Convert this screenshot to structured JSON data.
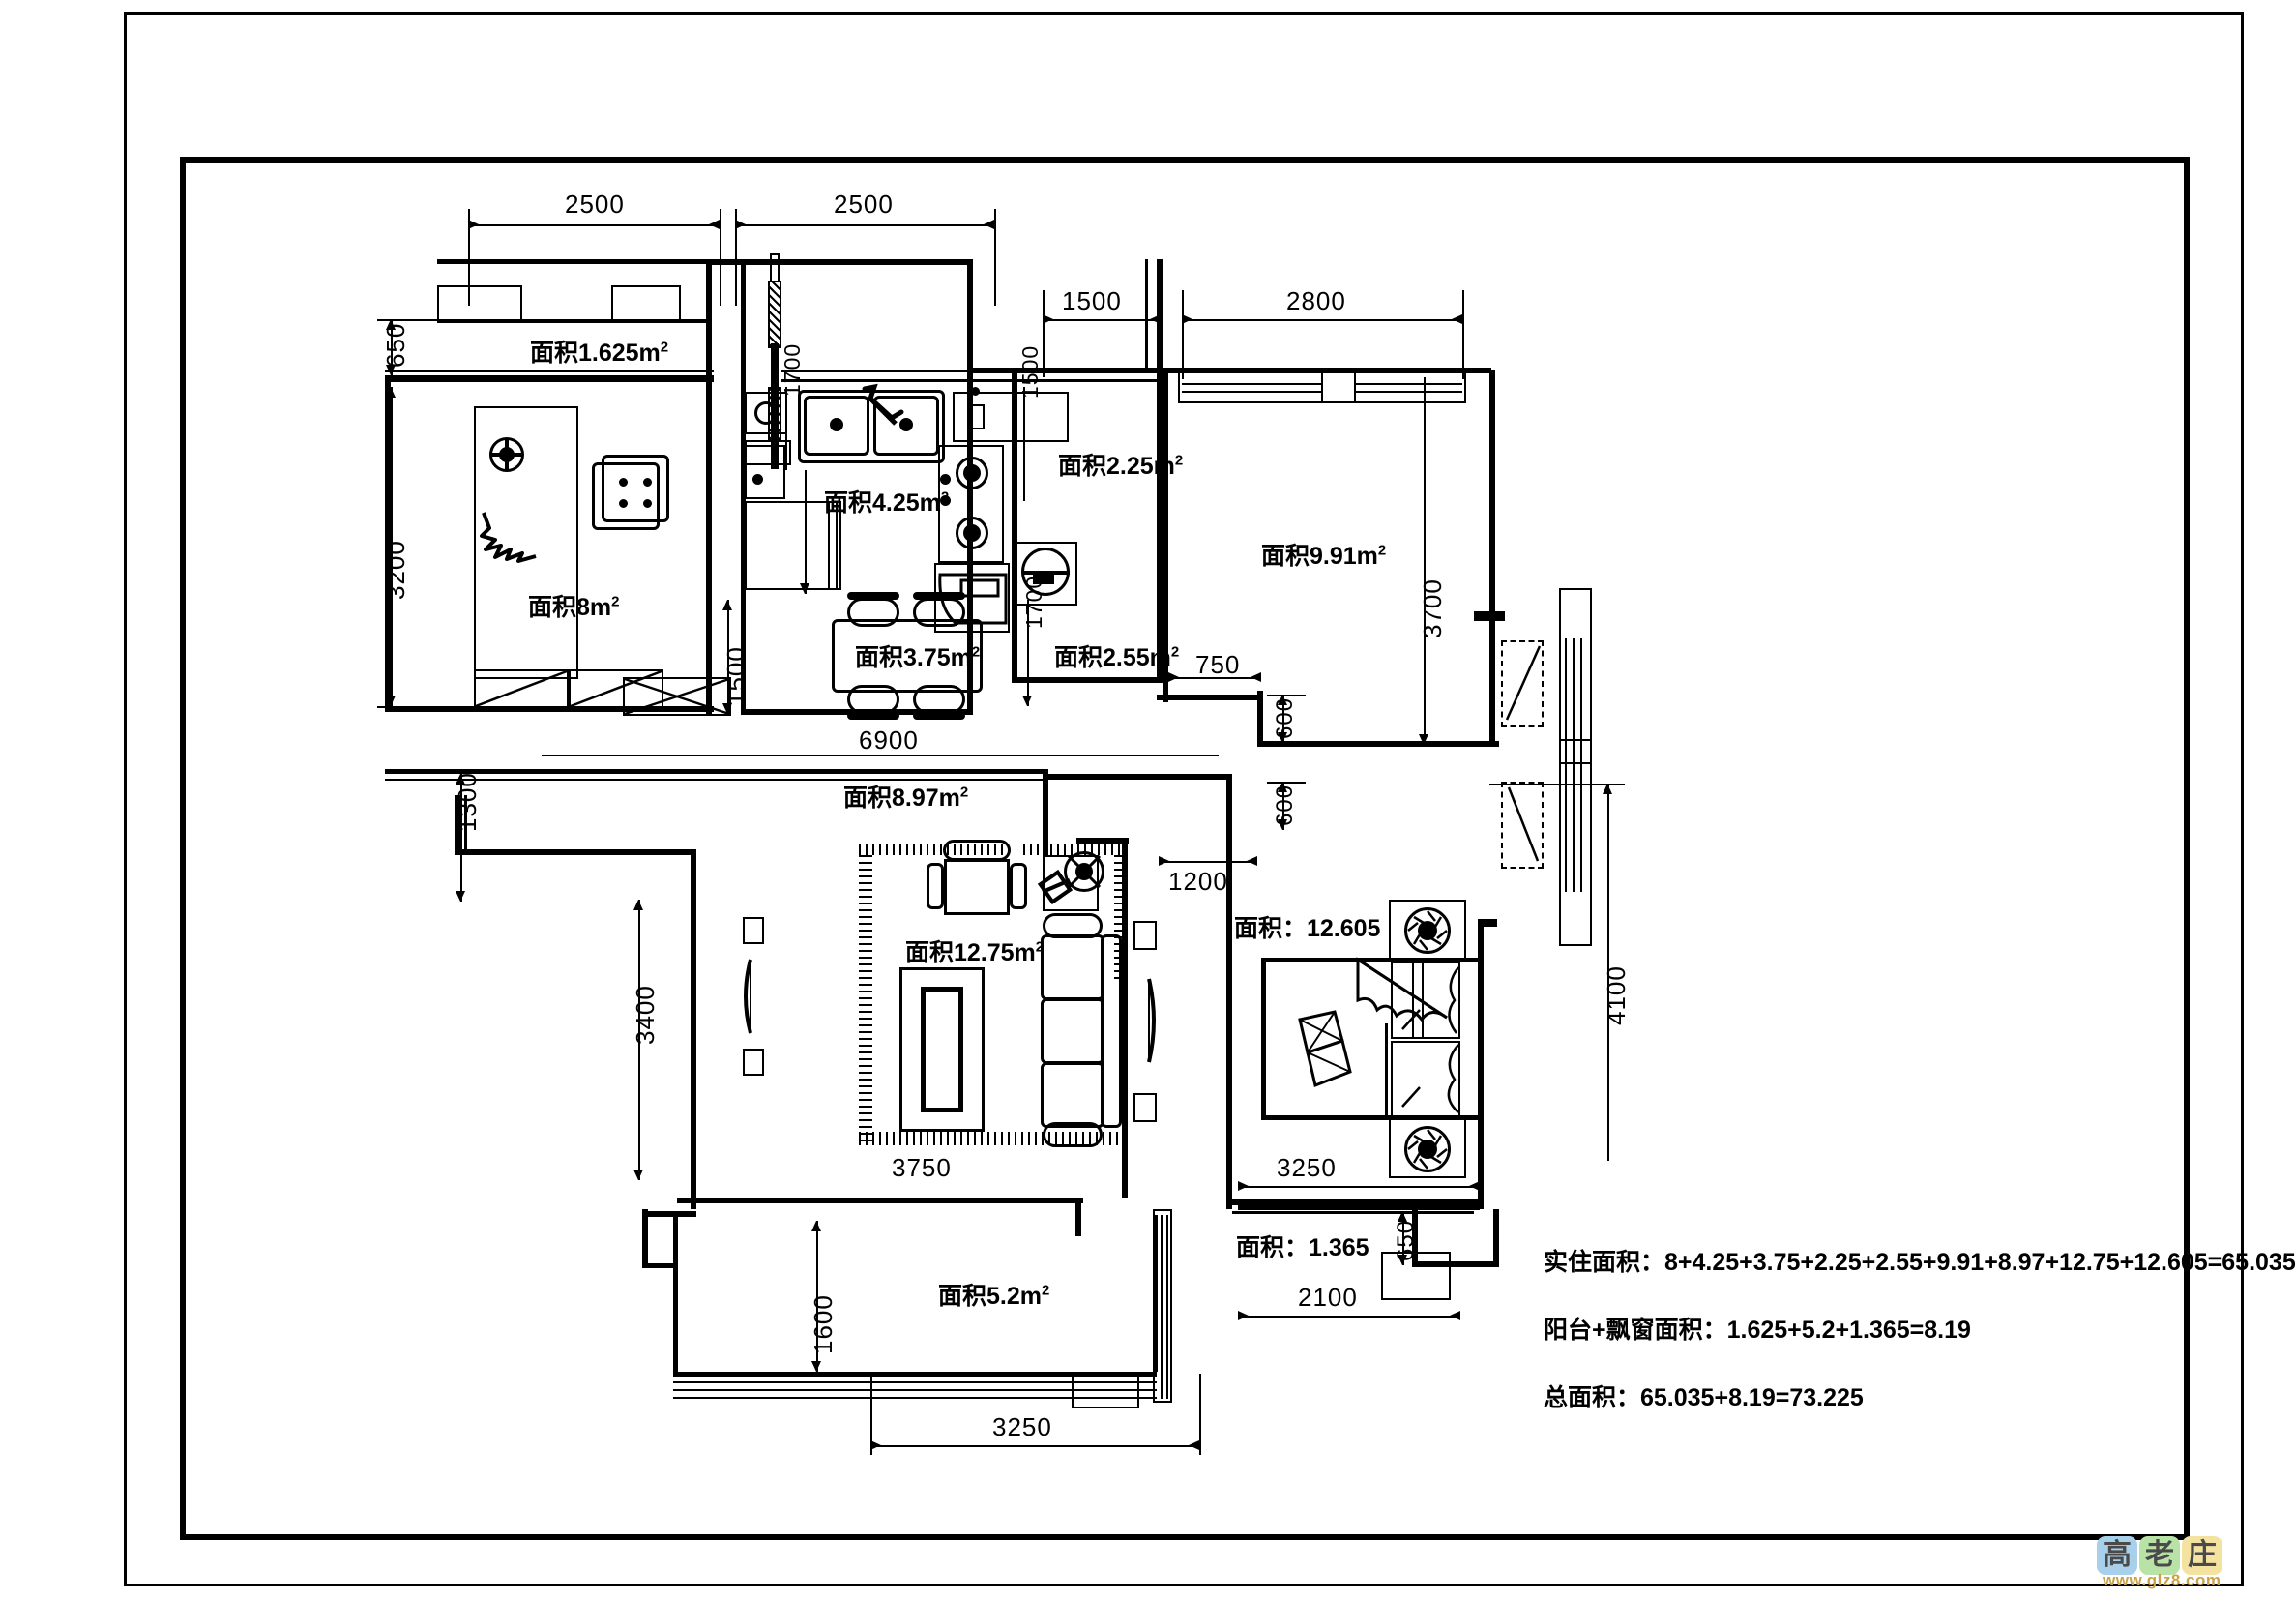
{
  "drawing": {
    "type": "residential-floor-plan",
    "units": "mm",
    "areas": [
      {
        "id": "balcony-north",
        "label": "面积1.625m",
        "sup": "2",
        "value": 1.625
      },
      {
        "id": "study",
        "label": "面积8m",
        "sup": "2",
        "value": 8
      },
      {
        "id": "kitchen",
        "label": "面积4.25m",
        "sup": "2",
        "value": 4.25
      },
      {
        "id": "dining",
        "label": "面积3.75m",
        "sup": "2",
        "value": 3.75
      },
      {
        "id": "bathroom-small",
        "label": "面积2.25m",
        "sup": "2",
        "value": 2.25
      },
      {
        "id": "bathroom-main",
        "label": "面积2.55m",
        "sup": "2",
        "value": 2.55
      },
      {
        "id": "bedroom-north",
        "label": "面积9.91m",
        "sup": "2",
        "value": 9.91
      },
      {
        "id": "hallway",
        "label": "面积8.97m",
        "sup": "2",
        "value": 8.97
      },
      {
        "id": "living",
        "label": "面积12.75m",
        "sup": "2",
        "value": 12.75
      },
      {
        "id": "bedroom-master",
        "label": "面积：12.605",
        "sup": "",
        "value": 12.605
      },
      {
        "id": "balcony-south",
        "label": "面积5.2m",
        "sup": "2",
        "value": 5.2
      },
      {
        "id": "bay-window",
        "label": "面积：1.365",
        "sup": "",
        "value": 1.365
      }
    ],
    "dimensions": {
      "top_left": "2500",
      "top_mid": "2500",
      "corridor": "1500",
      "bedroom_width": "2800",
      "balcony_depth": "650",
      "study_depth": "3200",
      "kitchen_depth": "1700",
      "bath_depth_1": "1500",
      "bath_depth_2": "1500",
      "dining_depth": "1500",
      "bath_depth_3": "1700",
      "hall_span": "6900",
      "hall_offset": "1300",
      "bedroom_depth": "3700",
      "niche_offset": "750",
      "niche_1": "600",
      "niche_2": "600",
      "living_offset": "1200",
      "living_depth": "3400",
      "living_width": "3750",
      "master_width": "3250",
      "bay_depth": "4100",
      "bay_window_width": "2100",
      "bay_window_depth": "650",
      "balcony_s_depth": "1600",
      "balcony_s_width": "3250"
    },
    "notes": [
      {
        "id": "usable-area",
        "text": "实住面积：8+4.25+3.75+2.25+2.55+9.91+8.97+12.75+12.605=65.035"
      },
      {
        "id": "balcony-bay-area",
        "text": "阳台+飘窗面积：1.625+5.2+1.365=8.19"
      },
      {
        "id": "total-area",
        "text": "总面积：65.035+8.19=73.225"
      }
    ]
  },
  "watermark": {
    "chars": [
      "高",
      "老",
      "庄"
    ],
    "colors": [
      "#a8d0ea",
      "#b9e3a6",
      "#f4e2a0"
    ],
    "url": "www.glz8.com"
  }
}
